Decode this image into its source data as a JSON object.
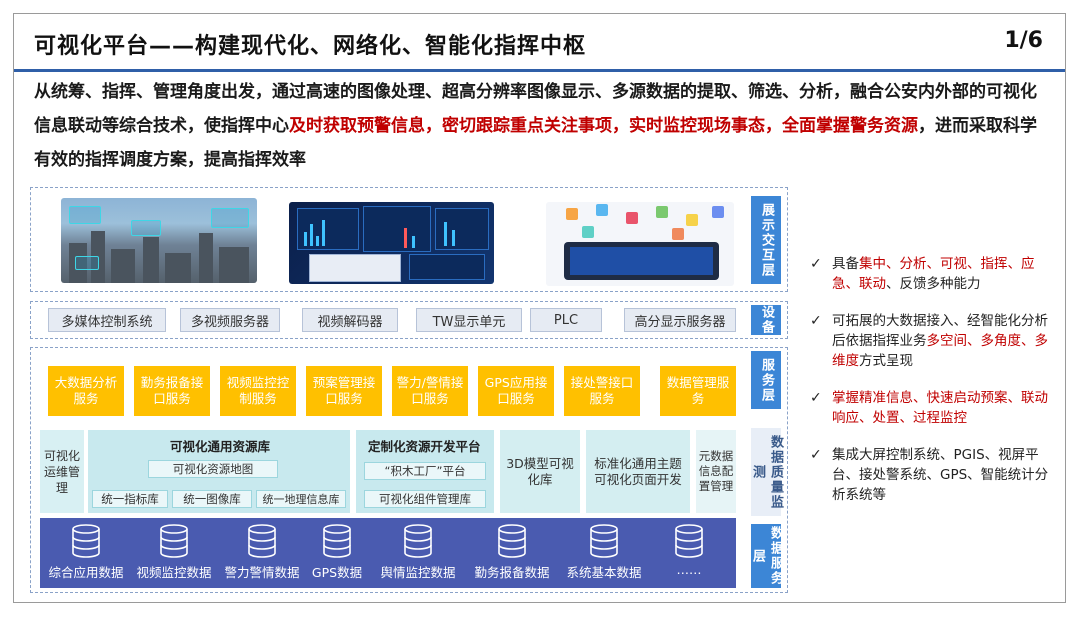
{
  "header": {
    "title": "可视化平台——构建现代化、网络化、智能化指挥中枢",
    "page": "1/6"
  },
  "intro": {
    "part1": "从统筹、指挥、管理角度出发，通过高速的图像处理、超高分辨率图像显示、多源数据的提取、筛选、分析，融合公安内外部的可视化信息联动等综合技术，使指挥中心",
    "highlight1": "及时获取预警信息，密切跟踪重点关注事项，实时监控现场事态，全面掌握警务资源",
    "part2": "，进而采取科学有效的指挥调度方案，提高指挥效率"
  },
  "layers": {
    "display": "展示交互层",
    "device": "设备",
    "service": "服务层",
    "quality": "数据质量监测",
    "data": "数据服务层"
  },
  "devices": [
    "多媒体控制系统",
    "多视频服务器",
    "视频解码器",
    "TW显示单元",
    "PLC",
    "高分显示服务器"
  ],
  "services": [
    "大数据分析服务",
    "勤务报备接口服务",
    "视频监控控制服务",
    "预案管理接口服务",
    "警力/警情接口服务",
    "GPS应用接口服务",
    "接处警接口服务",
    "数据管理服务"
  ],
  "resources": {
    "ops": "可视化运维管理",
    "common_title": "可视化通用资源库",
    "common_map": "可视化资源地图",
    "common_items": [
      "统一指标库",
      "统一图像库",
      "统一地理信息库"
    ],
    "custom_title": "定制化资源开发平台",
    "custom_items": [
      "“积木工厂”平台",
      "可视化组件管理库"
    ],
    "model3d": "3D模型可视化库",
    "standard": "标准化通用主题可视化页面开发",
    "metadata": "元数据信息配置管理"
  },
  "data_items": [
    "综合应用数据",
    "视频监控数据",
    "警力警情数据",
    "GPS数据",
    "舆情监控数据",
    "勤务报备数据",
    "系统基本数据",
    "……"
  ],
  "bullets": [
    {
      "parts": [
        {
          "t": "具备",
          "red": false
        },
        {
          "t": "集中、分析、可视、指挥、应急、联动",
          "red": true
        },
        {
          "t": "、反馈多种能力",
          "red": false
        }
      ]
    },
    {
      "parts": [
        {
          "t": "可拓展的大数据接入、经智能化分析后依据指挥业务",
          "red": false
        },
        {
          "t": "多空间、多角度、多维度",
          "red": true
        },
        {
          "t": "方式呈现",
          "red": false
        }
      ]
    },
    {
      "parts": [
        {
          "t": "掌握精准信息、快速启动预案、联动响应、处置、过程监控",
          "red": true
        }
      ]
    },
    {
      "parts": [
        {
          "t": "集成大屏控制系统、PGIS、视屏平台、接处警系统、GPS、智能统计分析系统等",
          "red": false
        }
      ]
    }
  ],
  "check_glyph": "✓",
  "colors": {
    "accent": "#2f5fa8",
    "highlight": "#c00000",
    "service": "#ffc000",
    "data_band": "#4a5bb0",
    "tag": "#3c86d6"
  }
}
